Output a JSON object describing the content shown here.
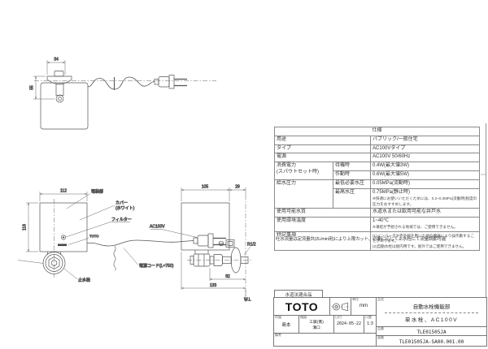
{
  "views": {
    "top_view": {
      "dim_width": "34",
      "dim_height": "55"
    },
    "front_view": {
      "dim_width": "112",
      "dim_height": "116",
      "label_unit": "電装部",
      "label_cover_1": "カバー",
      "label_cover_2": "(ホワイト)",
      "label_filter": "フィルター",
      "label_logo": "TOTO",
      "label_stop_valve": "止水栓",
      "label_cord": "電源コード(L=750)",
      "label_plug": "AC100V"
    },
    "side_view": {
      "dim_width": "105",
      "dim_wall_offset": "29",
      "dim_valve": "82",
      "dim_total": "133",
      "label_thread": "R1/2",
      "label_wall_line": "W.L"
    }
  },
  "spec_table": {
    "title": "仕様",
    "rows": [
      {
        "label": "用途",
        "value": "パブリック/一般住宅"
      },
      {
        "label": "タイプ",
        "value": "AC100Vタイプ"
      },
      {
        "label": "電源",
        "value": "AC100V 50/60Hz"
      }
    ],
    "power": {
      "label": "消費電力\n(スパウトセット時)",
      "standby_label": "待機時",
      "standby_value": "0.4W(最大値3W)",
      "active_label": "作動時",
      "active_value": "0.6W(最大値5W)"
    },
    "pressure": {
      "label": "給水圧力",
      "min_label": "最低必要水圧",
      "min_value": "0.05MPa(流動時)",
      "max_label": "最高水圧",
      "max_value": "0.75MPa(静止時)",
      "max_note": "※快適にお使いいただくためには、0.2~0.3MPa(流動時)程度の圧力をおすすめします。"
    },
    "quality": {
      "label": "使用可能水質",
      "value": "水道水または飲用可能な井戸水"
    },
    "temperature": {
      "label": "使用環境温度",
      "value": "1~40℃",
      "note": "※凍結が予想される地域では、ご使用できません。"
    },
    "special": {
      "label": "特記事項",
      "line1": "(1)インバータや赤外線を用いた他の機器により誤作動することがあります。",
      "line2": "(2)自動水栓は屋内用です。屋外ではご使用できません。"
    }
  },
  "flow_note": "吐水流量は定流量弁(2L/min用)により上限カット、必要に応じて止水栓にて流量調節可能",
  "title_block": {
    "compliance": "水道法適合品",
    "logo": "TOTO",
    "unit_label": "単位",
    "unit_value": "mm",
    "drawn_label": "作図",
    "drawn_value": "島本",
    "checked_label": "検図",
    "checked_value_1": "工藤(寛)",
    "checked_value_2": "溝口",
    "date_label": "日付",
    "date_value": "2024-05-22",
    "scale_label": "尺度",
    "scale_value": "1:3",
    "remarks_label": "備考",
    "name_label": "品名",
    "name_line_1": "自動水栓機能部",
    "name_line_2": "単水栓、AC100V",
    "part_label": "品番",
    "part_value": "TLE01505JA",
    "drawing_label": "図番",
    "drawing_value": "TLE01505JA-SA00.001.00"
  }
}
